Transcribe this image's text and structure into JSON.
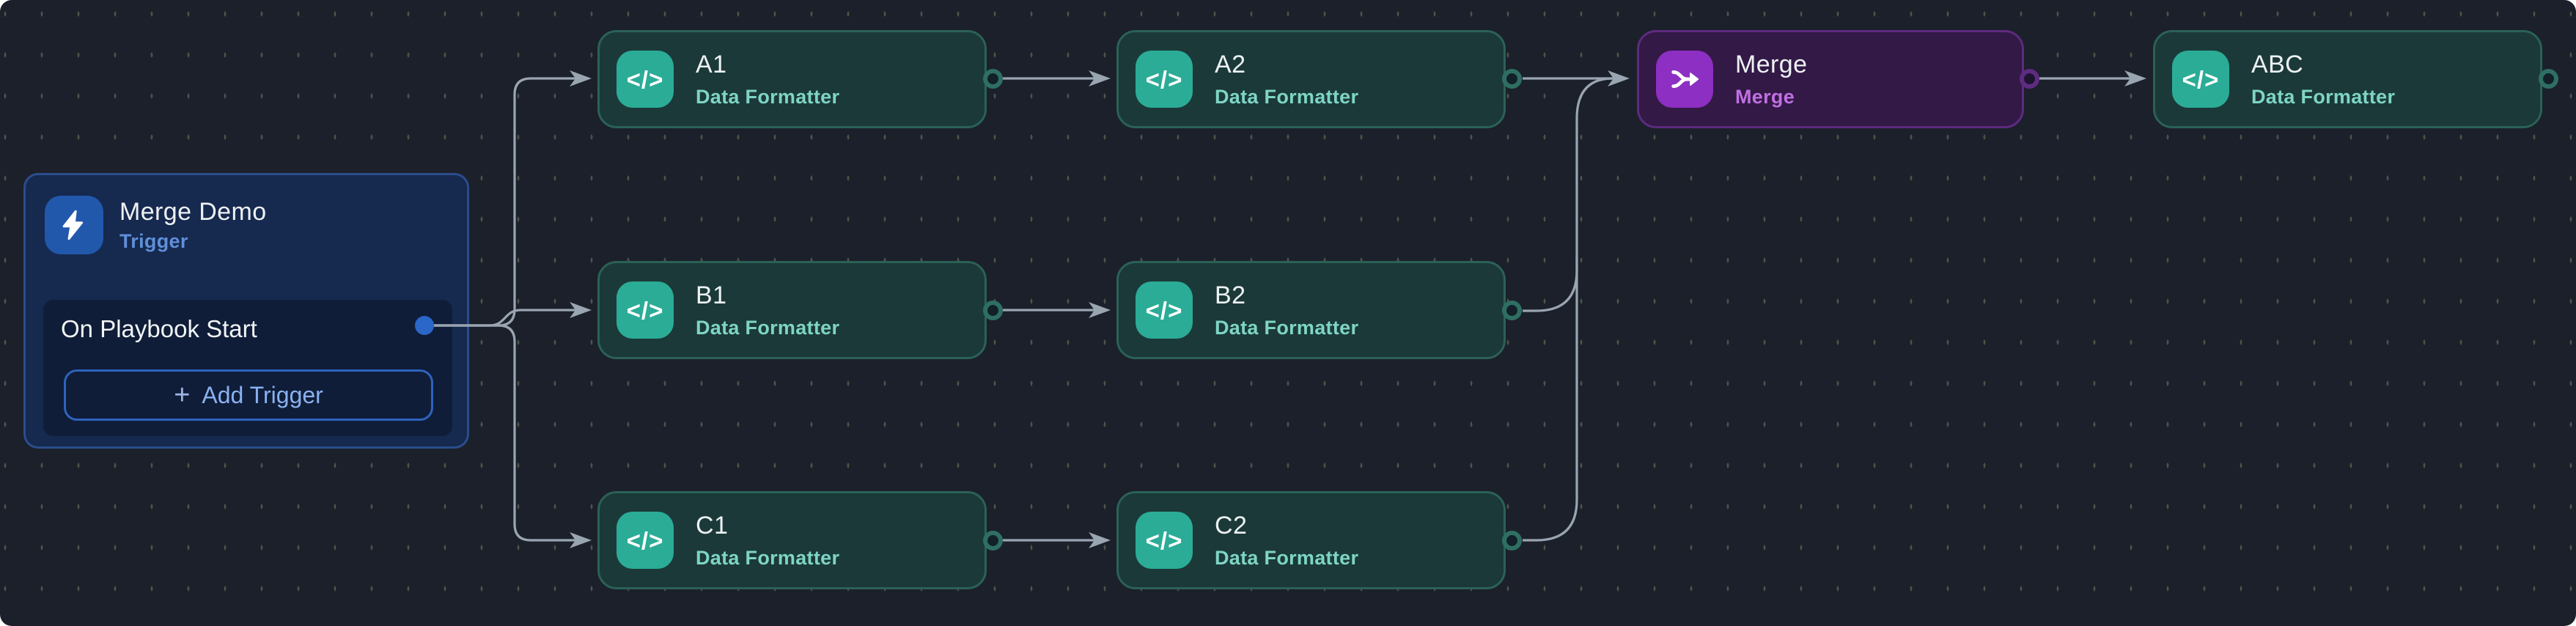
{
  "canvas": {
    "background": "#1b202a",
    "grid_dot_color": "#4d5249",
    "edge_color": "#9aa5b2"
  },
  "trigger_card": {
    "title": "Merge Demo",
    "type_label": "Trigger",
    "row_label": "On Playbook Start",
    "add_button_label": "Add Trigger",
    "accent": "#2158ab",
    "subtitle_color": "#5f8fd9",
    "output_dot_color": "#2b67c9"
  },
  "icons": {
    "code_glyph": "</>",
    "plus_glyph": "+"
  },
  "palette": {
    "formatter": {
      "card": "#1b3938",
      "border": "#2b6157",
      "icon": "#2bac97",
      "subtitle": "#7ed5c5"
    },
    "merge": {
      "card": "#331946",
      "border": "#5d2b7f",
      "icon": "#8d2fc2",
      "subtitle": "#c06fe2"
    }
  },
  "nodes": [
    {
      "title": "A1",
      "subtitle": "Data Formatter",
      "type": "formatter"
    },
    {
      "title": "A2",
      "subtitle": "Data Formatter",
      "type": "formatter"
    },
    {
      "title": "B1",
      "subtitle": "Data Formatter",
      "type": "formatter"
    },
    {
      "title": "B2",
      "subtitle": "Data Formatter",
      "type": "formatter"
    },
    {
      "title": "C1",
      "subtitle": "Data Formatter",
      "type": "formatter"
    },
    {
      "title": "C2",
      "subtitle": "Data Formatter",
      "type": "formatter"
    },
    {
      "title": "Merge",
      "subtitle": "Merge",
      "type": "merge"
    },
    {
      "title": "ABC",
      "subtitle": "Data Formatter",
      "type": "formatter"
    }
  ],
  "connections": [
    {
      "from": "On Playbook Start",
      "to": "A1"
    },
    {
      "from": "On Playbook Start",
      "to": "B1"
    },
    {
      "from": "On Playbook Start",
      "to": "C1"
    },
    {
      "from": "A1",
      "to": "A2"
    },
    {
      "from": "B1",
      "to": "B2"
    },
    {
      "from": "C1",
      "to": "C2"
    },
    {
      "from": "A2",
      "to": "Merge"
    },
    {
      "from": "B2",
      "to": "Merge"
    },
    {
      "from": "C2",
      "to": "Merge"
    },
    {
      "from": "Merge",
      "to": "ABC"
    }
  ]
}
